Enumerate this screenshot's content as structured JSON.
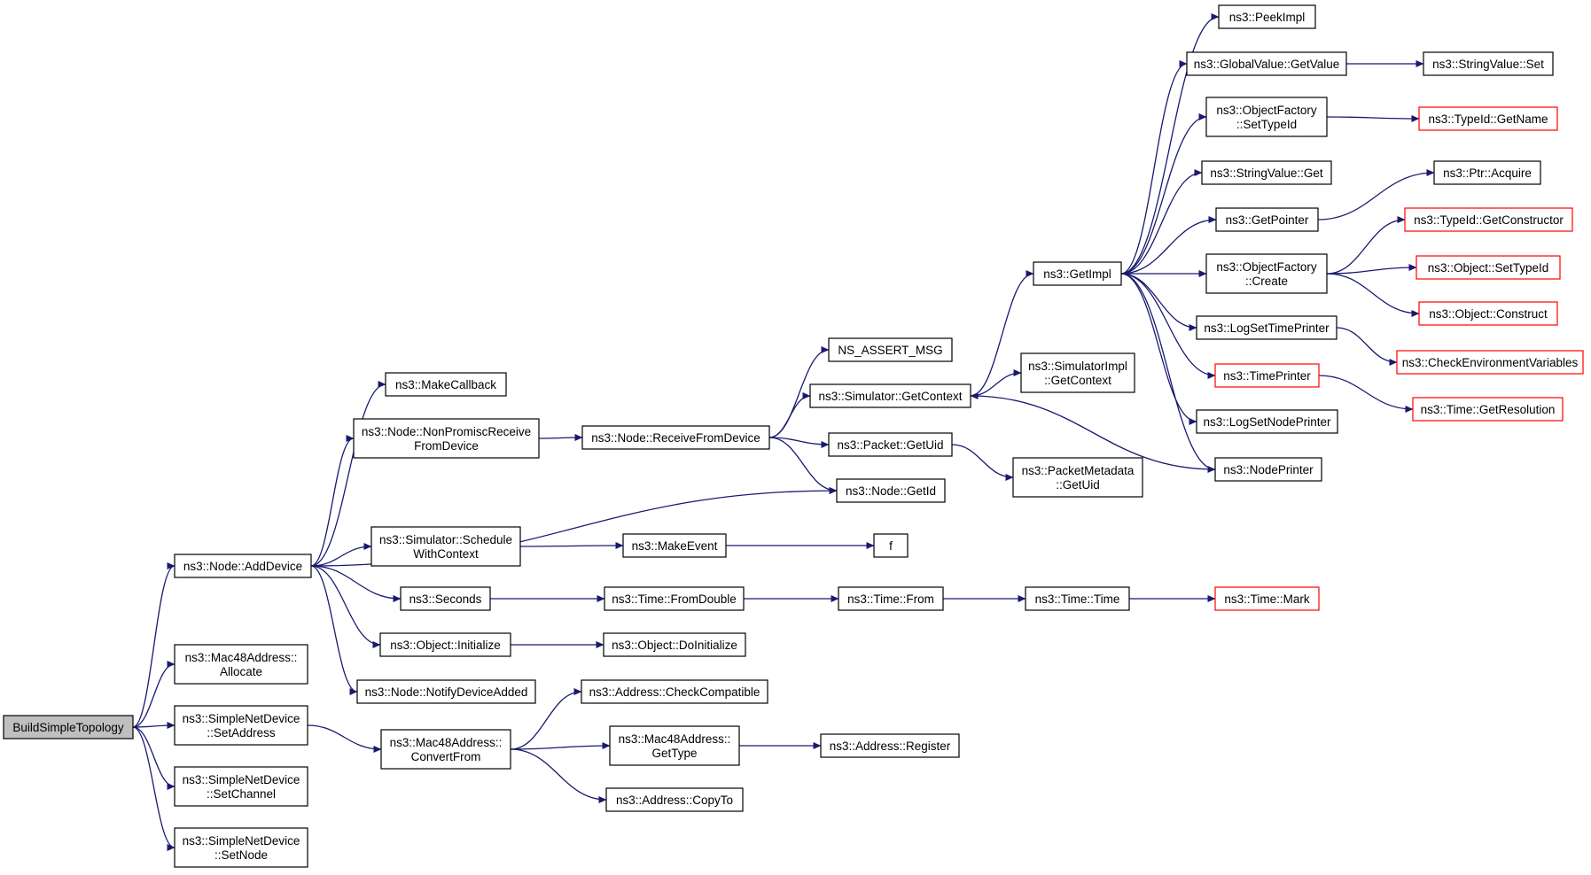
{
  "nodes": [
    {
      "id": "root",
      "lines": [
        "BuildSimpleTopology"
      ],
      "style": "root"
    },
    {
      "id": "addDevice",
      "lines": [
        "ns3::Node::AddDevice"
      ],
      "style": "normal"
    },
    {
      "id": "macAlloc",
      "lines": [
        "ns3::Mac48Address::",
        "Allocate"
      ],
      "style": "normal"
    },
    {
      "id": "setAddress",
      "lines": [
        "ns3::SimpleNetDevice",
        "::SetAddress"
      ],
      "style": "normal"
    },
    {
      "id": "setChannel",
      "lines": [
        "ns3::SimpleNetDevice",
        "::SetChannel"
      ],
      "style": "normal"
    },
    {
      "id": "setNode",
      "lines": [
        "ns3::SimpleNetDevice",
        "::SetNode"
      ],
      "style": "normal"
    },
    {
      "id": "makeCallback",
      "lines": [
        "ns3::MakeCallback"
      ],
      "style": "normal"
    },
    {
      "id": "nonPromisc",
      "lines": [
        "ns3::Node::NonPromiscReceive",
        "FromDevice"
      ],
      "style": "normal"
    },
    {
      "id": "scheduleCtx",
      "lines": [
        "ns3::Simulator::Schedule",
        "WithContext"
      ],
      "style": "normal"
    },
    {
      "id": "seconds",
      "lines": [
        "ns3::Seconds"
      ],
      "style": "normal"
    },
    {
      "id": "objInit",
      "lines": [
        "ns3::Object::Initialize"
      ],
      "style": "normal"
    },
    {
      "id": "notifyAdded",
      "lines": [
        "ns3::Node::NotifyDeviceAdded"
      ],
      "style": "normal"
    },
    {
      "id": "convertFrom",
      "lines": [
        "ns3::Mac48Address::",
        "ConvertFrom"
      ],
      "style": "normal"
    },
    {
      "id": "receiveFrom",
      "lines": [
        "ns3::Node::ReceiveFromDevice"
      ],
      "style": "normal"
    },
    {
      "id": "makeEvent",
      "lines": [
        "ns3::MakeEvent"
      ],
      "style": "normal"
    },
    {
      "id": "fromDouble",
      "lines": [
        "ns3::Time::FromDouble"
      ],
      "style": "normal"
    },
    {
      "id": "doInit",
      "lines": [
        "ns3::Object::DoInitialize"
      ],
      "style": "normal"
    },
    {
      "id": "checkCompat",
      "lines": [
        "ns3::Address::CheckCompatible"
      ],
      "style": "normal"
    },
    {
      "id": "macGetType",
      "lines": [
        "ns3::Mac48Address::",
        "GetType"
      ],
      "style": "normal"
    },
    {
      "id": "copyTo",
      "lines": [
        "ns3::Address::CopyTo"
      ],
      "style": "normal"
    },
    {
      "id": "assertMsg",
      "lines": [
        "NS_ASSERT_MSG"
      ],
      "style": "normal"
    },
    {
      "id": "getContext",
      "lines": [
        "ns3::Simulator::GetContext"
      ],
      "style": "normal"
    },
    {
      "id": "pktGetUid",
      "lines": [
        "ns3::Packet::GetUid"
      ],
      "style": "normal"
    },
    {
      "id": "nodeGetId",
      "lines": [
        "ns3::Node::GetId"
      ],
      "style": "normal"
    },
    {
      "id": "fFunc",
      "lines": [
        "f"
      ],
      "style": "normal"
    },
    {
      "id": "timeFrom",
      "lines": [
        "ns3::Time::From"
      ],
      "style": "normal"
    },
    {
      "id": "register",
      "lines": [
        "ns3::Address::Register"
      ],
      "style": "normal"
    },
    {
      "id": "simImplCtx",
      "lines": [
        "ns3::SimulatorImpl",
        "::GetContext"
      ],
      "style": "normal"
    },
    {
      "id": "pmGetUid",
      "lines": [
        "ns3::PacketMetadata",
        "::GetUid"
      ],
      "style": "normal"
    },
    {
      "id": "getImpl",
      "lines": [
        "ns3::GetImpl"
      ],
      "style": "normal"
    },
    {
      "id": "timeTime",
      "lines": [
        "ns3::Time::Time"
      ],
      "style": "normal"
    },
    {
      "id": "peekImpl",
      "lines": [
        "ns3::PeekImpl"
      ],
      "style": "normal"
    },
    {
      "id": "gvGetValue",
      "lines": [
        "ns3::GlobalValue::GetValue"
      ],
      "style": "normal"
    },
    {
      "id": "ofSetTypeId",
      "lines": [
        "ns3::ObjectFactory",
        "::SetTypeId"
      ],
      "style": "normal"
    },
    {
      "id": "svGet",
      "lines": [
        "ns3::StringValue::Get"
      ],
      "style": "normal"
    },
    {
      "id": "getPointer",
      "lines": [
        "ns3::GetPointer"
      ],
      "style": "normal"
    },
    {
      "id": "ofCreate",
      "lines": [
        "ns3::ObjectFactory",
        "::Create"
      ],
      "style": "normal"
    },
    {
      "id": "logSetTime",
      "lines": [
        "ns3::LogSetTimePrinter"
      ],
      "style": "normal"
    },
    {
      "id": "timePrinter",
      "lines": [
        "ns3::TimePrinter"
      ],
      "style": "red"
    },
    {
      "id": "logSetNode",
      "lines": [
        "ns3::LogSetNodePrinter"
      ],
      "style": "normal"
    },
    {
      "id": "nodePrinter",
      "lines": [
        "ns3::NodePrinter"
      ],
      "style": "normal"
    },
    {
      "id": "timeMark",
      "lines": [
        "ns3::Time::Mark"
      ],
      "style": "red"
    },
    {
      "id": "svSet",
      "lines": [
        "ns3::StringValue::Set"
      ],
      "style": "normal"
    },
    {
      "id": "tidGetName",
      "lines": [
        "ns3::TypeId::GetName"
      ],
      "style": "red"
    },
    {
      "id": "ptrAcquire",
      "lines": [
        "ns3::Ptr::Acquire"
      ],
      "style": "normal"
    },
    {
      "id": "tidGetCtor",
      "lines": [
        "ns3::TypeId::GetConstructor"
      ],
      "style": "red"
    },
    {
      "id": "objSetTid",
      "lines": [
        "ns3::Object::SetTypeId"
      ],
      "style": "red"
    },
    {
      "id": "objConstruct",
      "lines": [
        "ns3::Object::Construct"
      ],
      "style": "red"
    },
    {
      "id": "checkEnv",
      "lines": [
        "ns3::CheckEnvironmentVariables"
      ],
      "style": "red"
    },
    {
      "id": "getResolution",
      "lines": [
        "ns3::Time::GetResolution"
      ],
      "style": "red"
    }
  ],
  "edges": [
    [
      "root",
      "addDevice"
    ],
    [
      "root",
      "macAlloc"
    ],
    [
      "root",
      "setAddress"
    ],
    [
      "root",
      "setChannel"
    ],
    [
      "root",
      "setNode"
    ],
    [
      "addDevice",
      "makeCallback"
    ],
    [
      "addDevice",
      "nonPromisc"
    ],
    [
      "addDevice",
      "nodeGetId"
    ],
    [
      "addDevice",
      "scheduleCtx"
    ],
    [
      "addDevice",
      "seconds"
    ],
    [
      "addDevice",
      "objInit"
    ],
    [
      "addDevice",
      "notifyAdded"
    ],
    [
      "setAddress",
      "convertFrom"
    ],
    [
      "nonPromisc",
      "receiveFrom"
    ],
    [
      "receiveFrom",
      "assertMsg"
    ],
    [
      "receiveFrom",
      "getContext"
    ],
    [
      "receiveFrom",
      "pktGetUid"
    ],
    [
      "receiveFrom",
      "nodeGetId"
    ],
    [
      "scheduleCtx",
      "makeEvent"
    ],
    [
      "makeEvent",
      "fFunc"
    ],
    [
      "seconds",
      "fromDouble"
    ],
    [
      "fromDouble",
      "timeFrom"
    ],
    [
      "timeFrom",
      "timeTime"
    ],
    [
      "timeTime",
      "timeMark"
    ],
    [
      "objInit",
      "doInit"
    ],
    [
      "convertFrom",
      "checkCompat"
    ],
    [
      "convertFrom",
      "macGetType"
    ],
    [
      "convertFrom",
      "copyTo"
    ],
    [
      "macGetType",
      "register"
    ],
    [
      "getContext",
      "getImpl"
    ],
    [
      "getContext",
      "simImplCtx"
    ],
    [
      "pktGetUid",
      "pmGetUid"
    ],
    [
      "nodePrinter",
      "getContext"
    ],
    [
      "getImpl",
      "peekImpl"
    ],
    [
      "getImpl",
      "gvGetValue"
    ],
    [
      "getImpl",
      "ofSetTypeId"
    ],
    [
      "getImpl",
      "svGet"
    ],
    [
      "getImpl",
      "getPointer"
    ],
    [
      "getImpl",
      "ofCreate"
    ],
    [
      "getImpl",
      "logSetTime"
    ],
    [
      "getImpl",
      "timePrinter"
    ],
    [
      "getImpl",
      "logSetNode"
    ],
    [
      "getImpl",
      "nodePrinter"
    ],
    [
      "gvGetValue",
      "svSet"
    ],
    [
      "ofSetTypeId",
      "tidGetName"
    ],
    [
      "getPointer",
      "ptrAcquire"
    ],
    [
      "ofCreate",
      "tidGetCtor"
    ],
    [
      "ofCreate",
      "objSetTid"
    ],
    [
      "ofCreate",
      "objConstruct"
    ],
    [
      "logSetTime",
      "checkEnv"
    ],
    [
      "timePrinter",
      "getResolution"
    ]
  ]
}
